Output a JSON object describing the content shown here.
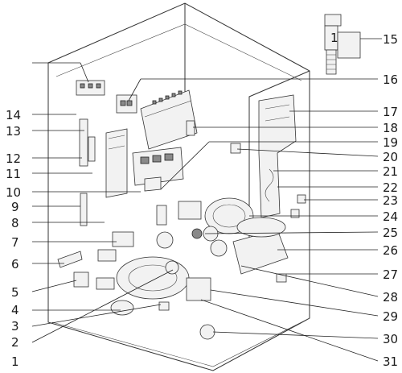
{
  "callouts": [
    {
      "id": "c1",
      "label": "1"
    },
    {
      "id": "c2",
      "label": "2"
    },
    {
      "id": "c3",
      "label": "3"
    },
    {
      "id": "c4",
      "label": "4"
    },
    {
      "id": "c5",
      "label": "5"
    },
    {
      "id": "c6",
      "label": "6"
    },
    {
      "id": "c7",
      "label": "7"
    },
    {
      "id": "c8",
      "label": "8"
    },
    {
      "id": "c9",
      "label": "9"
    },
    {
      "id": "c10",
      "label": "10"
    },
    {
      "id": "c11",
      "label": "11"
    },
    {
      "id": "c12",
      "label": "12"
    },
    {
      "id": "c13",
      "label": "13"
    },
    {
      "id": "c14",
      "label": "14"
    },
    {
      "id": "c15",
      "label": "15"
    },
    {
      "id": "c16",
      "label": "16"
    },
    {
      "id": "c17",
      "label": "17"
    },
    {
      "id": "c18",
      "label": "18"
    },
    {
      "id": "c19",
      "label": "19"
    },
    {
      "id": "c20",
      "label": "20"
    },
    {
      "id": "c21",
      "label": "21"
    },
    {
      "id": "c22",
      "label": "22"
    },
    {
      "id": "c23",
      "label": "23"
    },
    {
      "id": "c24",
      "label": "24"
    },
    {
      "id": "c25",
      "label": "25"
    },
    {
      "id": "c26",
      "label": "26"
    },
    {
      "id": "c27",
      "label": "27"
    },
    {
      "id": "c28",
      "label": "28"
    },
    {
      "id": "c29",
      "label": "29"
    },
    {
      "id": "c30",
      "label": "30"
    },
    {
      "id": "c31",
      "label": "31"
    }
  ],
  "panel_label": "1"
}
